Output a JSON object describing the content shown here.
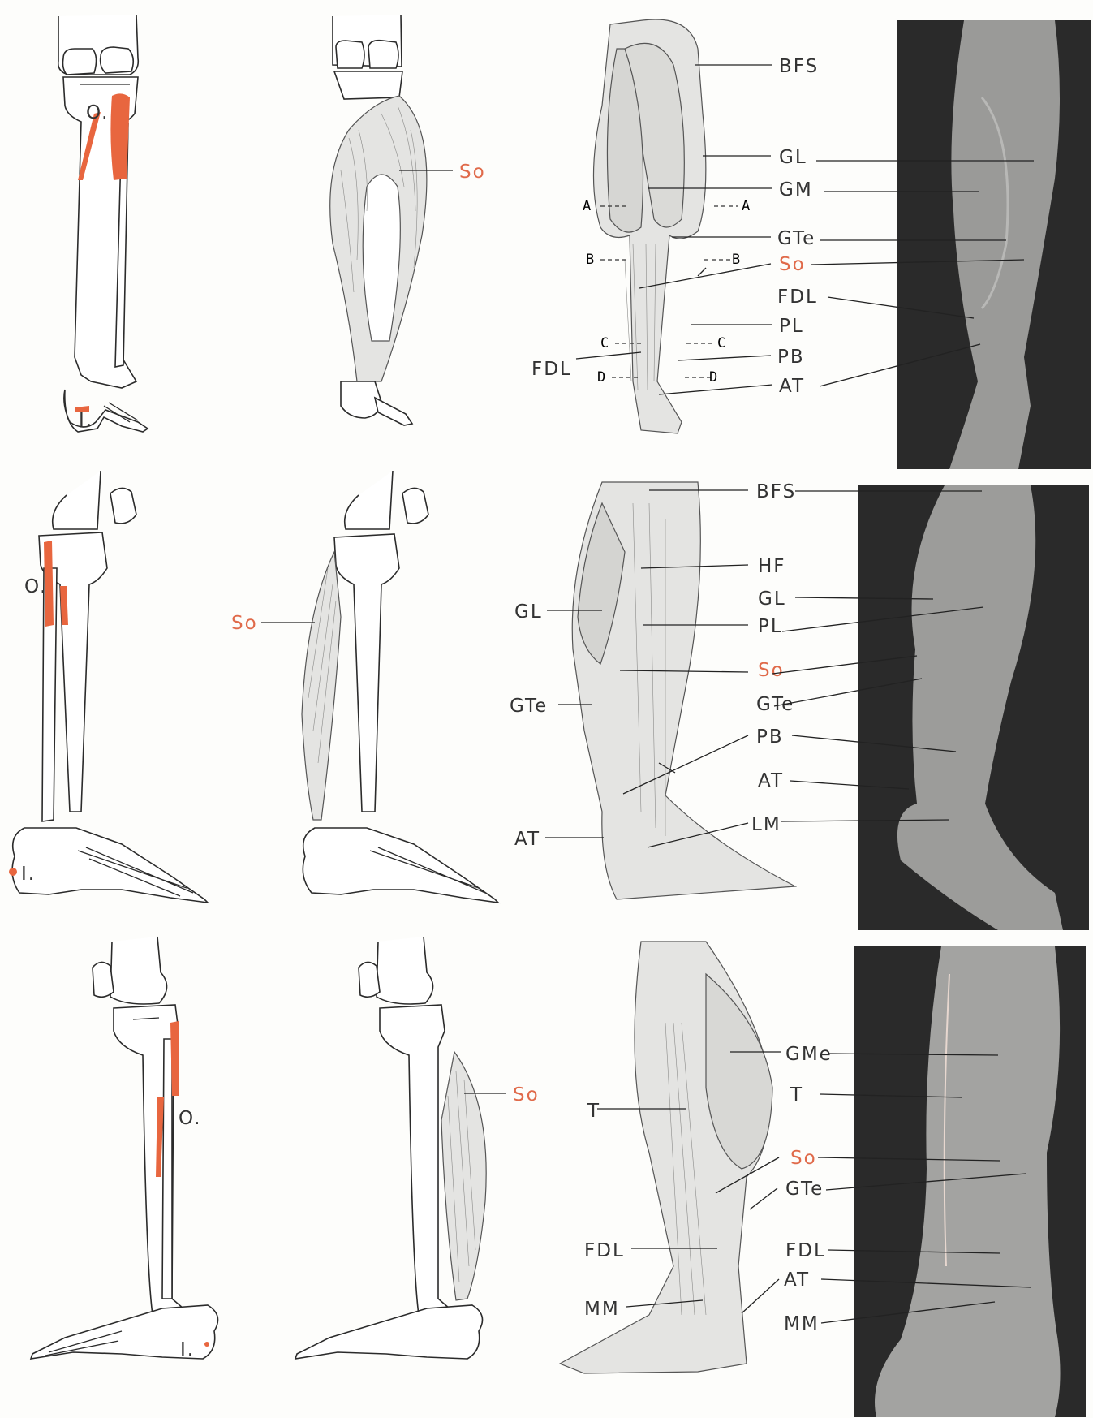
{
  "labels": {
    "origin": "O.",
    "insertion": "I.",
    "soleus": "So",
    "biceps_femoris": "BFS",
    "gastroc_lateral": "GL",
    "gastroc_medial": "GM",
    "gastroc_tendon": "GTe",
    "flexor_digitorum": "FDL",
    "peroneus_longus": "PL",
    "peroneus_brevis": "PB",
    "achilles": "AT",
    "head_fibula": "HF",
    "lateral_malleolus": "LM",
    "gastroc_medial_head": "GMe",
    "tibia": "T",
    "medial_malleolus": "MM",
    "section_a": "A",
    "section_b": "B",
    "section_c": "C",
    "section_d": "D"
  },
  "colors": {
    "attachment": "#e8663f",
    "label_accent": "#e06a4a",
    "photo_background": "#2a2a2a"
  }
}
